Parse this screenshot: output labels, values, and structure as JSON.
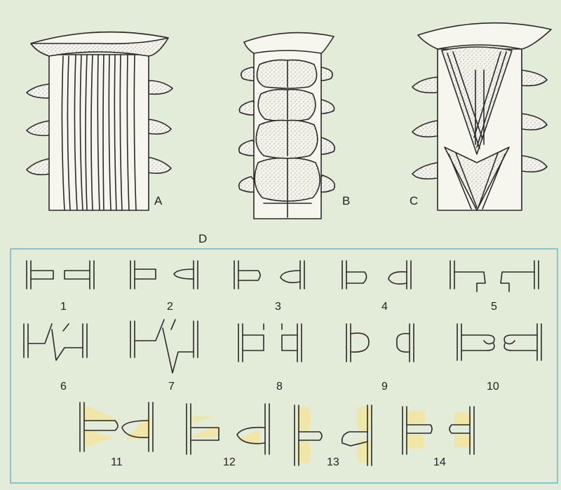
{
  "figure": {
    "panel_labels": {
      "a": "A",
      "b": "B",
      "c": "C",
      "d": "D"
    },
    "diagram_numbers": [
      "1",
      "2",
      "3",
      "4",
      "5",
      "6",
      "7",
      "8",
      "9",
      "10",
      "11",
      "12",
      "13",
      "14"
    ],
    "colors": {
      "background": "#e3ebd9",
      "box_border": "#6fb6c8",
      "ink": "#2a2a2a",
      "paper": "#f6f6ee",
      "fill_yellow": "#efe6a8"
    }
  }
}
